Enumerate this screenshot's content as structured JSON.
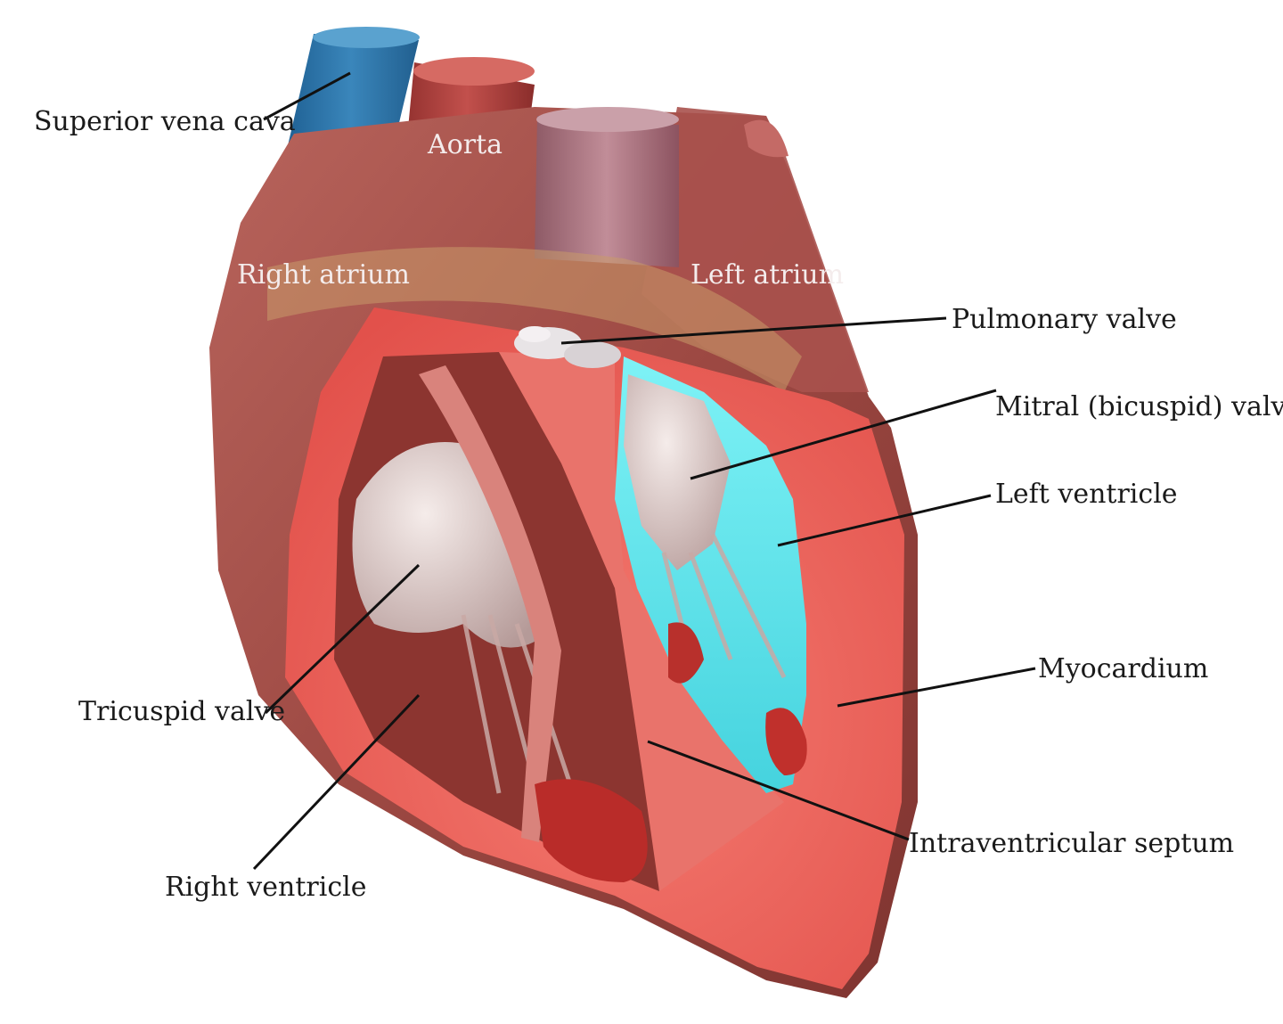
{
  "diagram": {
    "labels_outside": {
      "superior_vena_cava": "Superior vena cava",
      "pulmonary_valve": "Pulmonary valve",
      "mitral_valve": "Mitral (bicuspid) valve",
      "left_ventricle": "Left ventricle",
      "myocardium": "Myocardium",
      "tricuspid_valve": "Tricuspid valve",
      "intraventricular_septum": "Intraventricular septum",
      "right_ventricle": "Right ventricle"
    },
    "labels_on_image": {
      "aorta": "Aorta",
      "right_atrium": "Right atrium",
      "left_atrium": "Left atrium"
    }
  },
  "colors": {
    "vena_cava": "#2a6fa3",
    "aorta": "#b2413f",
    "heart_outer": "#a8504a",
    "myocardium_cut": "#ef6a62",
    "cavity": "#8e3630",
    "valve": "#e6d6d3",
    "left_ventricle_lumen": "#5fe6ee",
    "pulmonary_trunk": "#b07a86",
    "label_text": "#1a1a1a",
    "label_text_light": "#f4ecec"
  }
}
